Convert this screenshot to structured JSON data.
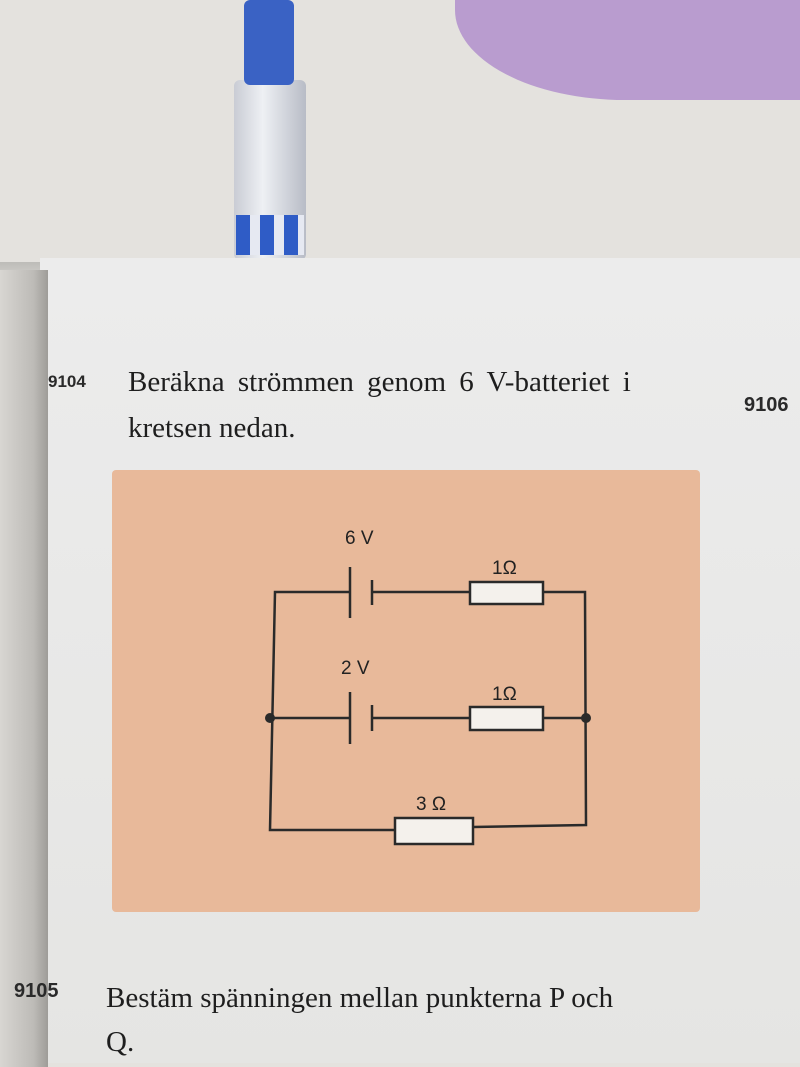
{
  "problems": [
    {
      "number": "9104",
      "text_line1": "Beräkna strömmen genom 6 V-batteriet i",
      "text_line2": "kretsen nedan."
    },
    {
      "number": "9105",
      "text_line1": "Bestäm spänningen mellan punkterna P och",
      "text_line2": "Q."
    },
    {
      "number": "9106"
    }
  ],
  "circuit": {
    "battery_top": "6 V",
    "battery_middle": "2 V",
    "resistor_top": "1Ω",
    "resistor_middle": "1Ω",
    "resistor_bottom": "3 Ω"
  }
}
